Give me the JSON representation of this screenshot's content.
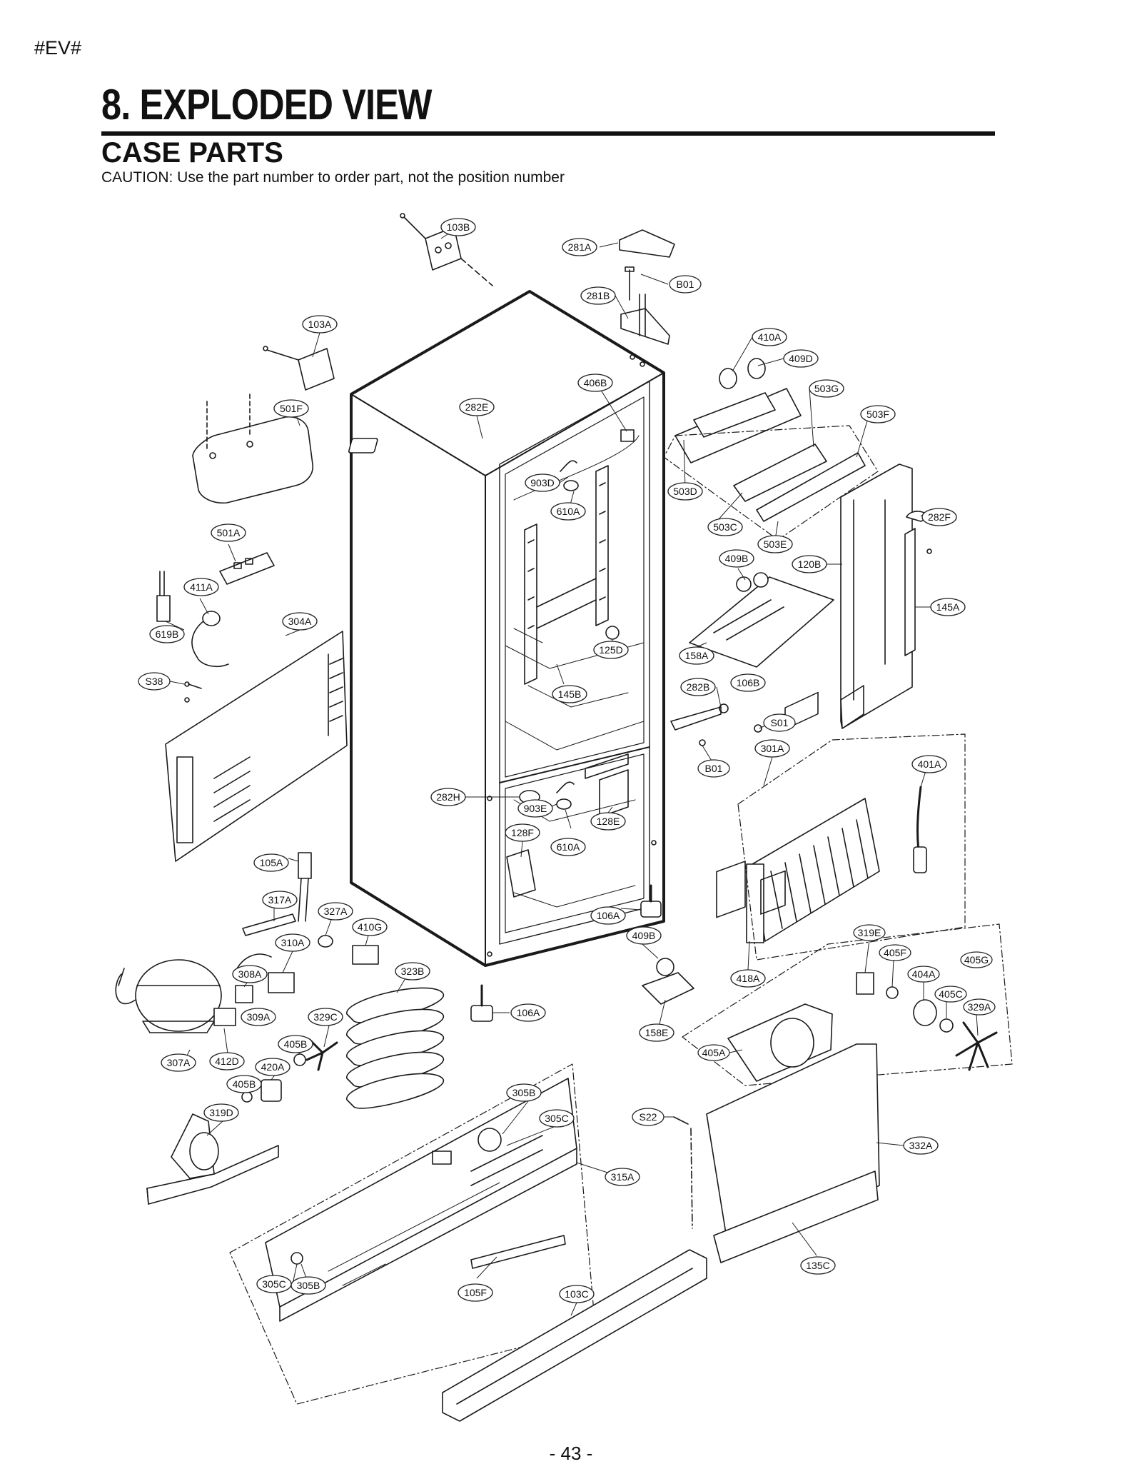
{
  "header": {
    "tag": "#EV#",
    "title": "8. EXPLODED VIEW",
    "subtitle": "CASE PARTS",
    "caution": "CAUTION: Use the part number to order part, not the position number"
  },
  "footer": {
    "page_number": "- 43 -"
  },
  "callouts": [
    "103B",
    "281A",
    "B01",
    "281B",
    "103A",
    "410A",
    "409D",
    "406B",
    "503G",
    "282E",
    "501F",
    "503F",
    "903D",
    "503D",
    "610A",
    "282F",
    "503C",
    "501A",
    "503E",
    "409B",
    "120B",
    "411A",
    "145A",
    "304A",
    "619B",
    "125D",
    "158A",
    "S38",
    "145B",
    "282B",
    "106B",
    "S01",
    "301A",
    "B01",
    "401A",
    "282H",
    "903E",
    "128E",
    "128F",
    "610A",
    "105A",
    "317A",
    "327A",
    "106A",
    "410G",
    "409B",
    "418A",
    "319E",
    "405G",
    "310A",
    "405F",
    "308A",
    "323B",
    "404A",
    "405C",
    "329C",
    "309A",
    "106A",
    "329A",
    "158E",
    "405B",
    "405A",
    "307A",
    "412D",
    "420A",
    "405B",
    "305B",
    "319D",
    "305C",
    "S22",
    "332A",
    "315A",
    "105F",
    "305C",
    "305B",
    "103C",
    "135C"
  ]
}
